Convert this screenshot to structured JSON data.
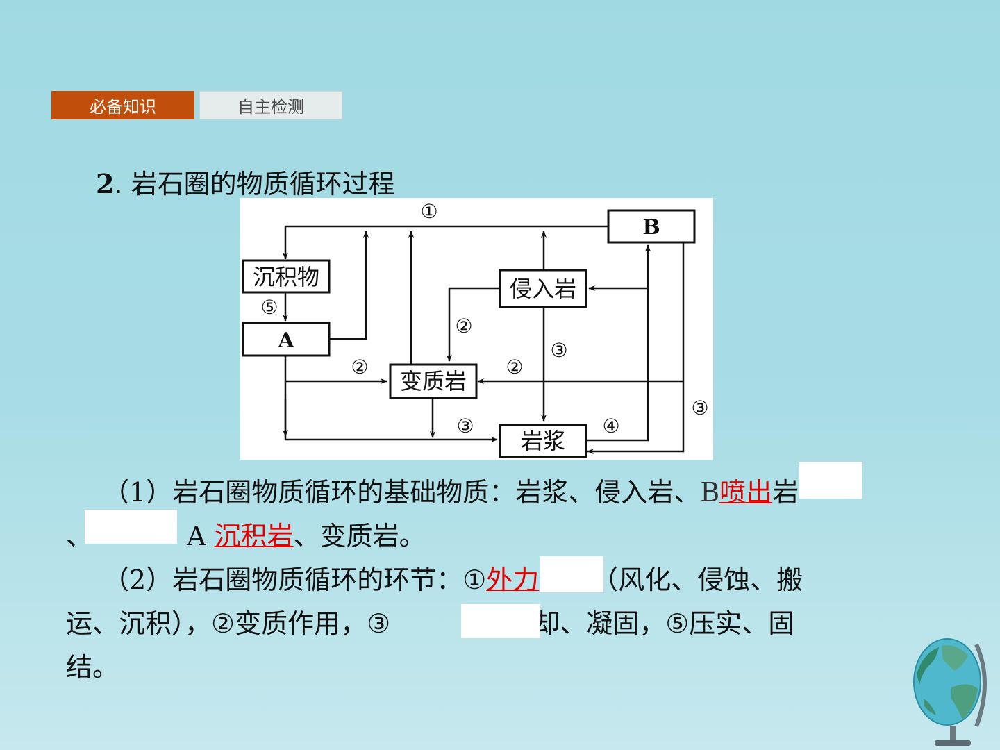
{
  "tabs": {
    "active": "必备知识",
    "inactive": "自主检测"
  },
  "heading": {
    "number": "2",
    "title": ". 岩石圈的物质循环过程"
  },
  "diagram": {
    "boxes": {
      "b": "B",
      "sediment": "沉积物",
      "intrusive": "侵入岩",
      "a": "A",
      "metamorphic": "变质岩",
      "magma": "岩浆"
    },
    "labels": {
      "l1": "①",
      "l5": "⑤",
      "l2a": "②",
      "l2b": "②",
      "l2c": "②",
      "l3a": "③",
      "l3b": "③",
      "l3c": "③",
      "l4": "④"
    }
  },
  "text": {
    "p1_open": "（",
    "p1_num": "1",
    "p1_body": "）岩石圈物质循环的基础物质：岩浆、侵入岩、",
    "p1_hidden_letter": "B",
    "p1_answer": "喷出",
    "p1_tail": "岩",
    "p2_start": "、",
    "p2_letter": "A",
    "p2_answer": "沉积岩",
    "p2_tail": "、变质岩。",
    "p3_open": "（",
    "p3_num": "2",
    "p3_body": "）岩石圈物质循环的环节：①",
    "p3_answer": "外力",
    "p3_tail": "作用（风化、侵蚀、搬",
    "p4_start": "运、沉积），②变质作用，③",
    "p4_tail": "④冷却、凝固，⑤压实、固",
    "p5": "结。"
  },
  "colors": {
    "tab_active": "#c24e0c",
    "answer_red": "#e00000"
  }
}
